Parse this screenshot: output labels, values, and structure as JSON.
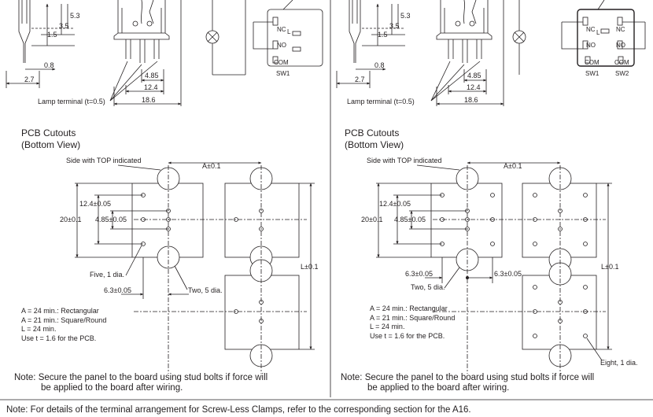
{
  "left": {
    "dims": {
      "d53": "5.3",
      "d35": "3.5",
      "d15": "1.5",
      "d08": "0.8",
      "d27": "2.7",
      "d485": "4.85",
      "d124": "12.4",
      "d186": "18.6"
    },
    "lamp_terminal": "Lamp terminal (t=0.5)",
    "schematic": {
      "nc": "NC",
      "no": "NO",
      "com": "COM",
      "l": "L",
      "sw1": "SW1"
    },
    "pcb_title": "PCB Cutouts",
    "pcb_subtitle": "(Bottom View)",
    "cutout": {
      "side_top": "Side with TOP indicated",
      "a": "A±0.1",
      "d124": "12.4±0.05",
      "d20": "20±0.1",
      "d485": "4.85±0.05",
      "five": "Five, 1 dia.",
      "two": "Two, 5 dia.",
      "d63": "6.3±0.05",
      "l": "L±0.1"
    },
    "spec_lines": [
      "A = 24 min.: Rectangular",
      "A = 21 min.: Square/Round",
      "L = 24 min.",
      "Use t = 1.6 for the PCB."
    ],
    "note_label": "Note:",
    "note_line1": "Secure the panel to the board using stud bolts if force will",
    "note_line2": "be applied to the board after wiring."
  },
  "right": {
    "dims": {
      "d53": "5.3",
      "d35": "3.5",
      "d15": "1.5",
      "d08": "0.8",
      "d27": "2.7",
      "d485": "4.85",
      "d124": "12.4",
      "d186": "18.6"
    },
    "lamp_terminal": "Lamp terminal (t=0.5)",
    "schematic": {
      "nc": "NC",
      "no": "NO",
      "com": "COM",
      "l": "L",
      "sw1": "SW1",
      "sw2": "SW2"
    },
    "pcb_title": "PCB Cutouts",
    "pcb_subtitle": "(Bottom View)",
    "cutout": {
      "side_top": "Side with TOP indicated",
      "a": "A±0.1",
      "d124": "12.4±0.05",
      "d20": "20±0.1",
      "d485": "4.85±0.05",
      "two": "Two, 5 dia.",
      "d63a": "6.3±0.05",
      "d63b": "6.3±0.05",
      "l": "L±0.1",
      "eight": "Eight, 1 dia."
    },
    "spec_lines": [
      "A = 24 min.: Rectangular",
      "A = 21 min.: Square/Round",
      "L = 24 min.",
      "Use t = 1.6 for the PCB."
    ],
    "note_label": "Note:",
    "note_line1": "Secure the panel to the board using stud bolts if force will",
    "note_line2": "be applied to the board after wiring."
  },
  "footer_note": "Note: For details of the terminal arrangement for Screw-Less Clamps, refer to the corresponding section for the A16."
}
